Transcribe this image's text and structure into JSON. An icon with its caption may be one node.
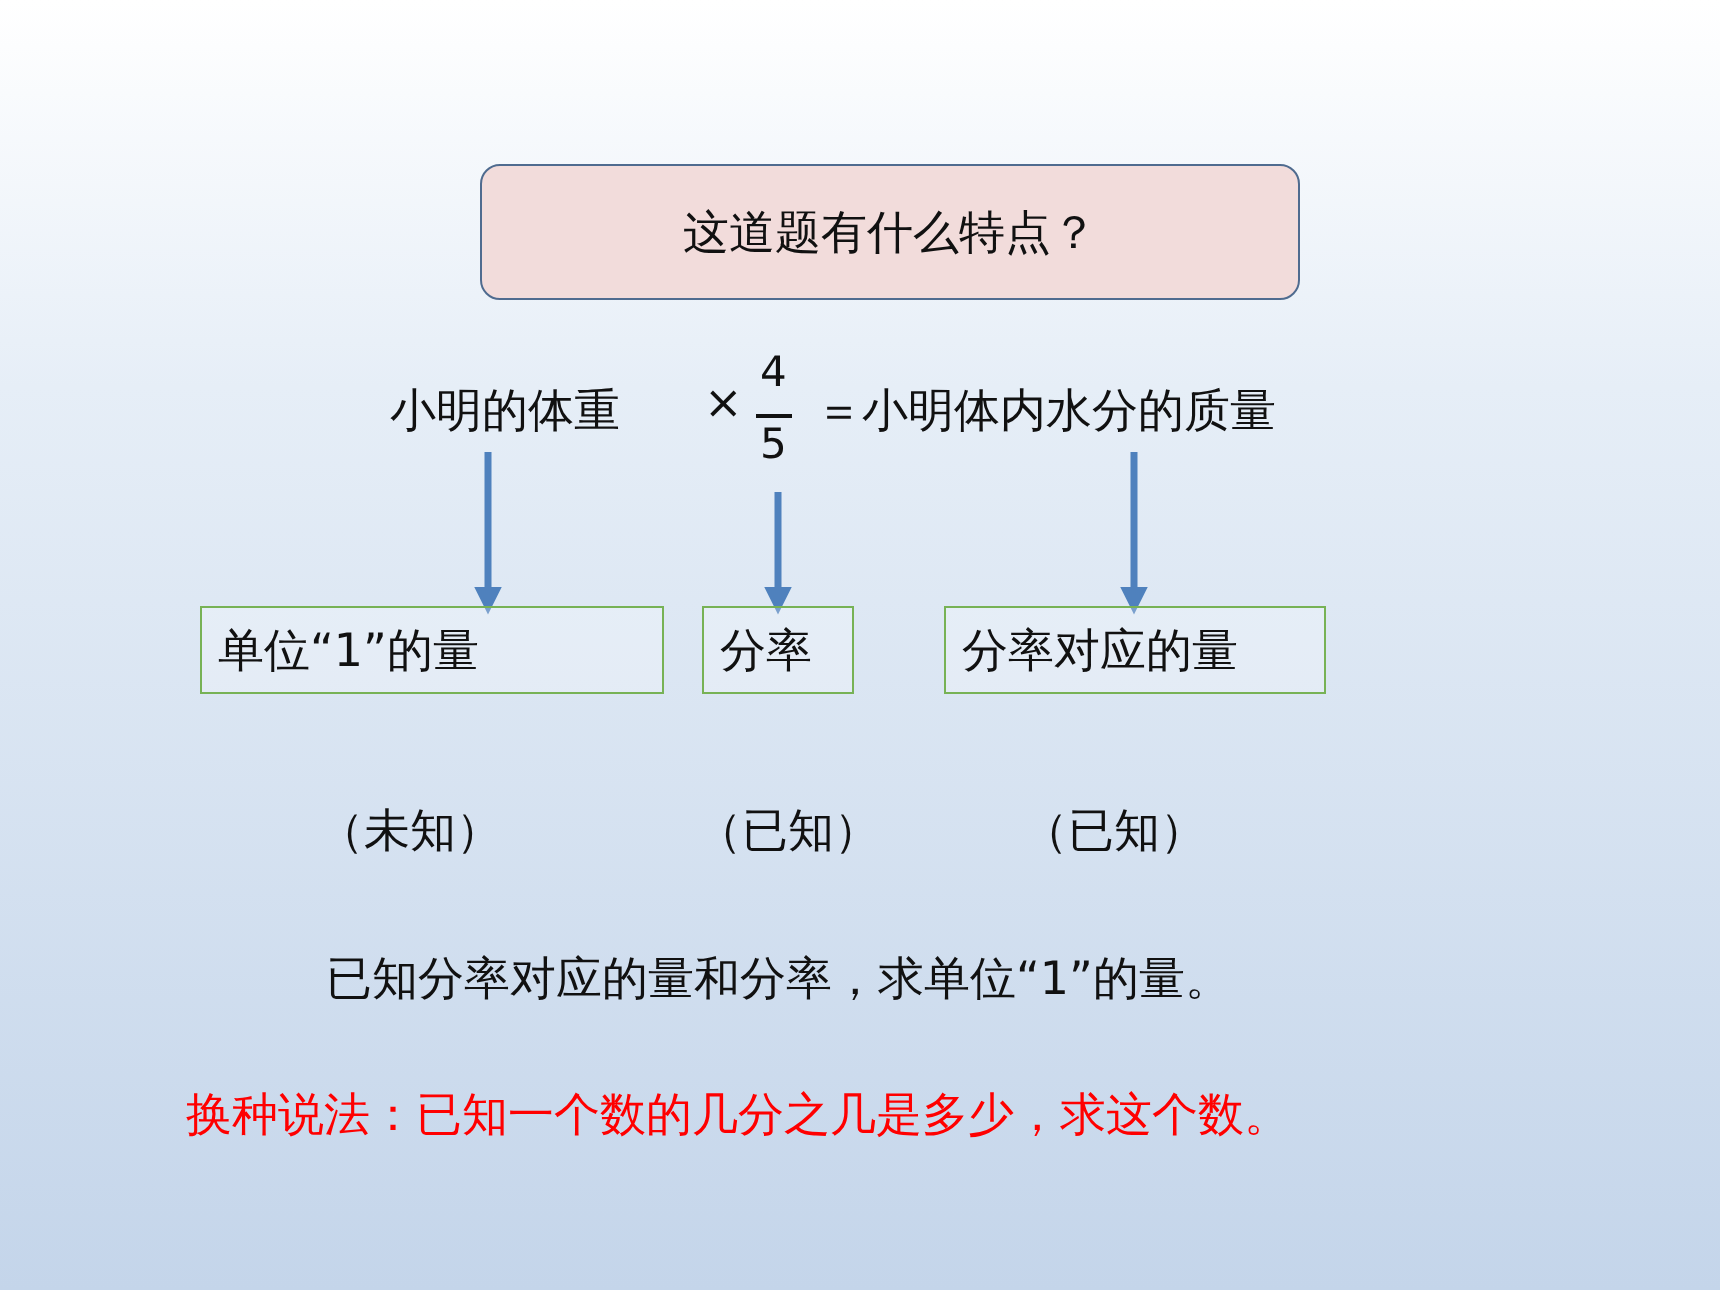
{
  "diagram": {
    "nodes": [
      {
        "text": [
          "这道题有什么特点？"
        ]
      },
      {
        "text": [
          "小明的体重"
        ]
      },
      {
        "text": [
          "×",
          "4",
          "5"
        ]
      },
      {
        "text": [
          "＝小明体内水分的质量"
        ]
      },
      {
        "text": [
          "单位“1”的量"
        ],
        "beside": [
          "（未知）"
        ]
      },
      {
        "text": [
          "分率"
        ],
        "beside": [
          "（已知）"
        ]
      },
      {
        "text": [
          "分率对应的量"
        ],
        "beside": [
          "（已知）"
        ]
      }
    ],
    "edges": [
      {
        "from": 1,
        "to": 4,
        "arrow": "to"
      },
      {
        "from": 2,
        "to": 5,
        "arrow": "to"
      },
      {
        "from": 3,
        "to": 6,
        "arrow": "to"
      }
    ],
    "labels": [
      "已知分率对应的量和分率，求单位“1”的量。",
      "换种说法：已知一个数的几分之几是多少，求这个数。"
    ]
  }
}
